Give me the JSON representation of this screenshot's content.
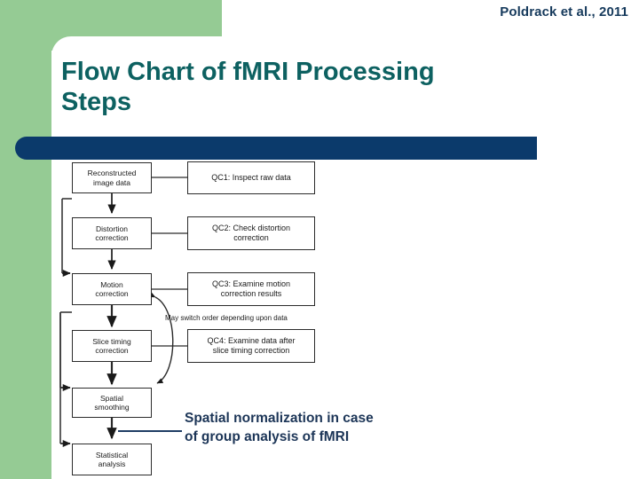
{
  "slide": {
    "credit": "Poldrack et al., 2011",
    "title": "Flow Chart of f MRI Processing Steps",
    "title_line1": "Flow Chart of fMRI Processing",
    "title_line2": "Steps",
    "annotation_line1": "Spatial normalization in case",
    "annotation_line2": "of group analysis of fMRI",
    "colors": {
      "green": "#95cb94",
      "title_teal": "#0d6161",
      "bar_navy": "#0b3a6b",
      "annotation_navy": "#1c3557",
      "credit_navy": "#163a5c"
    }
  },
  "flowchart": {
    "type": "diagram",
    "steps": [
      {
        "id": "step-reconstructed",
        "line1": "Reconstructed",
        "line2": "image data"
      },
      {
        "id": "step-distortion",
        "line1": "Distortion",
        "line2": "correction"
      },
      {
        "id": "step-motion",
        "line1": "Motion",
        "line2": "correction"
      },
      {
        "id": "step-slice-timing",
        "line1": "Slice timing",
        "line2": "correction"
      },
      {
        "id": "step-spatial-smoothing",
        "line1": "Spatial",
        "line2": "smoothing"
      },
      {
        "id": "step-statistical-analysis",
        "line1": "Statistical",
        "line2": "analysis"
      }
    ],
    "qc_boxes": [
      {
        "id": "qc1",
        "line1": "QC1: Inspect raw data",
        "line2": ""
      },
      {
        "id": "qc2",
        "line1": "QC2:  Check distortion",
        "line2": "correction"
      },
      {
        "id": "qc3",
        "line1": "QC3:  Examine motion",
        "line2": "correction results"
      },
      {
        "id": "qc4",
        "line1": "QC4:  Examine data after",
        "line2": "slice timing correction"
      }
    ],
    "switch_label": "May switch order depending upon data"
  }
}
